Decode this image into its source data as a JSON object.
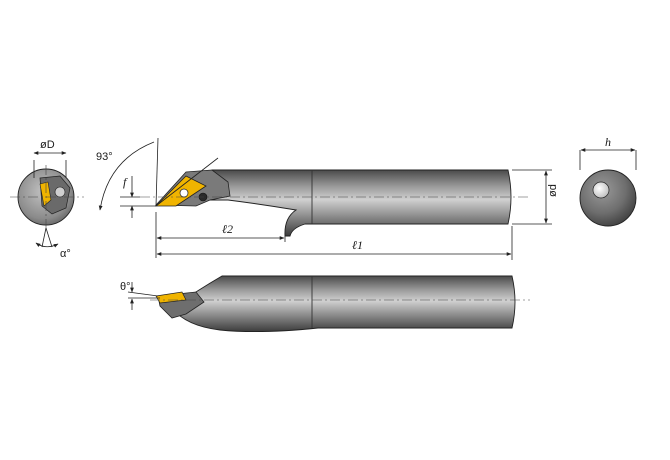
{
  "labels": {
    "phi_D": "øD",
    "alpha": "α°",
    "angle_93": "93°",
    "f": "f",
    "l2": "ℓ2",
    "l1": "ℓ1",
    "phi_d": "ød",
    "h": "h",
    "theta": "θ°"
  },
  "colors": {
    "shank_dark": "#5a5a5a",
    "shank_mid": "#8e8e8e",
    "shank_light": "#c8c8c8",
    "insert": "#f0b400",
    "line": "#222222"
  }
}
